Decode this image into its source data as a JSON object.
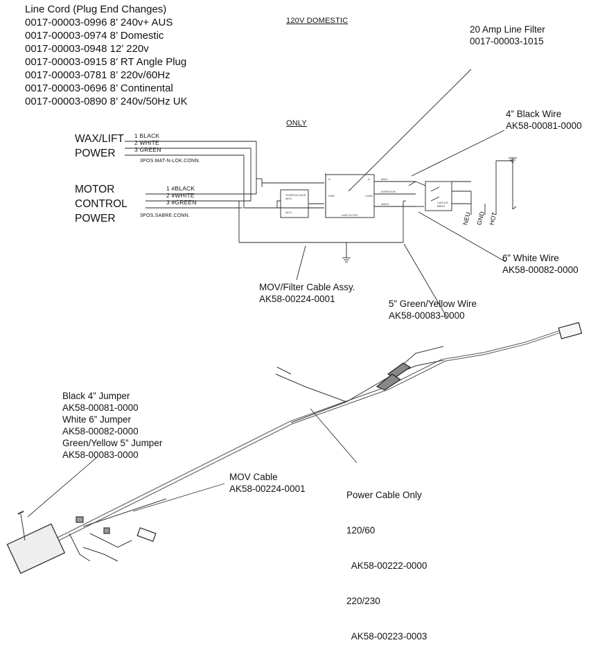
{
  "line_cord": {
    "title": "Line Cord (Plug End Changes)",
    "items": [
      "0017-00003-0996  8’  240v+ AUS",
      "0017-00003-0974  8’  Domestic",
      "0017-00003-0948 12’ 220v",
      "0017-00003-0915  8’ RT Angle Plug",
      "0017-00003-0781  8’  220v/60Hz",
      "0017-00003-0696  8’  Continental",
      "0017-00003-0890  8’  240v/50Hz UK"
    ]
  },
  "header": {
    "domestic": "120V DOMESTIC",
    "only": "ONLY"
  },
  "wax_lift": {
    "label_lines": [
      "WAX/LIFT",
      "POWER"
    ],
    "pins": [
      "1  BLACK",
      "2  WHITE",
      "3  GREEN"
    ],
    "connector": "3POS.MAT-N-LOK.CONN."
  },
  "motor_control": {
    "label_lines": [
      "MOTOR",
      "CONTROL",
      "POWER"
    ],
    "pins": [
      "1  #BLACK",
      "2  #WHITE",
      "3  #GREEN"
    ],
    "connector": "3POS.SABRE.CONN."
  },
  "filter_block": {
    "top_left": "A",
    "top_right": "A",
    "mid_left": "LINE",
    "mid_right": "LOAD",
    "bottom": "LINE FILTER"
  },
  "mov_block": {
    "line1": "OVERVOLTAGE",
    "line2": "MOV",
    "line3": "MOV"
  },
  "out_labels": [
    "#BLK",
    "#GRN/YLW",
    "#WHC"
  ],
  "switch_label": {
    "line1": "CIRCUIT",
    "line2": "BRKR"
  },
  "terminals": [
    "NEU",
    "GND",
    "HOT"
  ],
  "callouts": {
    "line_filter": [
      "20 Amp Line Filter",
      "0017-00003-1015"
    ],
    "black_wire": [
      "4” Black Wire",
      "AK58-00081-0000"
    ],
    "white_wire": [
      "6” White Wire",
      "AK58-00082-0000"
    ],
    "green_wire": [
      "5” Green/Yellow  Wire",
      "AK58-00083-0000"
    ],
    "mov_filter": [
      "MOV/Filter Cable Assy.",
      "AK58-00224-0001"
    ]
  },
  "bottom": {
    "jumpers": [
      "Black 4” Jumper",
      "AK58-00081-0000",
      "White 6” Jumper",
      "AK58-00082-0000",
      "Green/Yellow 5” Jumper",
      "AK58-00083-0000"
    ],
    "mov_cable": [
      "MOV Cable",
      "AK58-00224-0001"
    ],
    "power_cable": [
      "Power Cable Only",
      "120/60",
      "  AK58-00222-0000",
      "220/230",
      "  AK58-00223-0003"
    ]
  }
}
